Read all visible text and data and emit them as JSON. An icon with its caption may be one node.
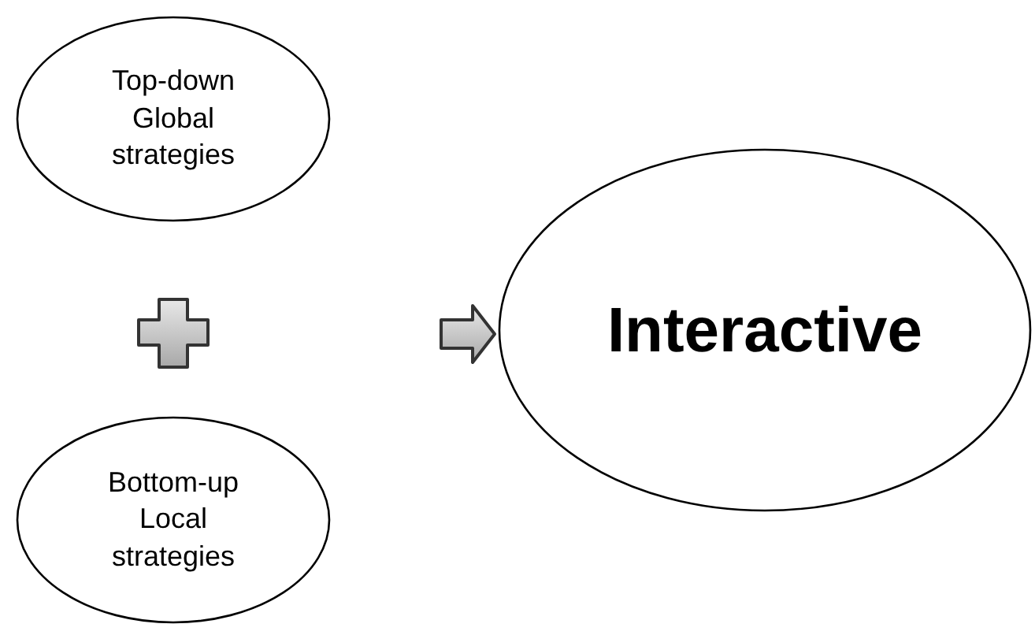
{
  "diagram": {
    "nodes": [
      {
        "text": [
          "Top-down Global strategies"
        ]
      },
      {
        "text": [
          "Bottom-up Local strategies"
        ]
      },
      {
        "text": [
          "Interactive"
        ]
      }
    ],
    "edges": [
      {
        "from": null,
        "to": 2,
        "arrow": "to"
      }
    ]
  }
}
